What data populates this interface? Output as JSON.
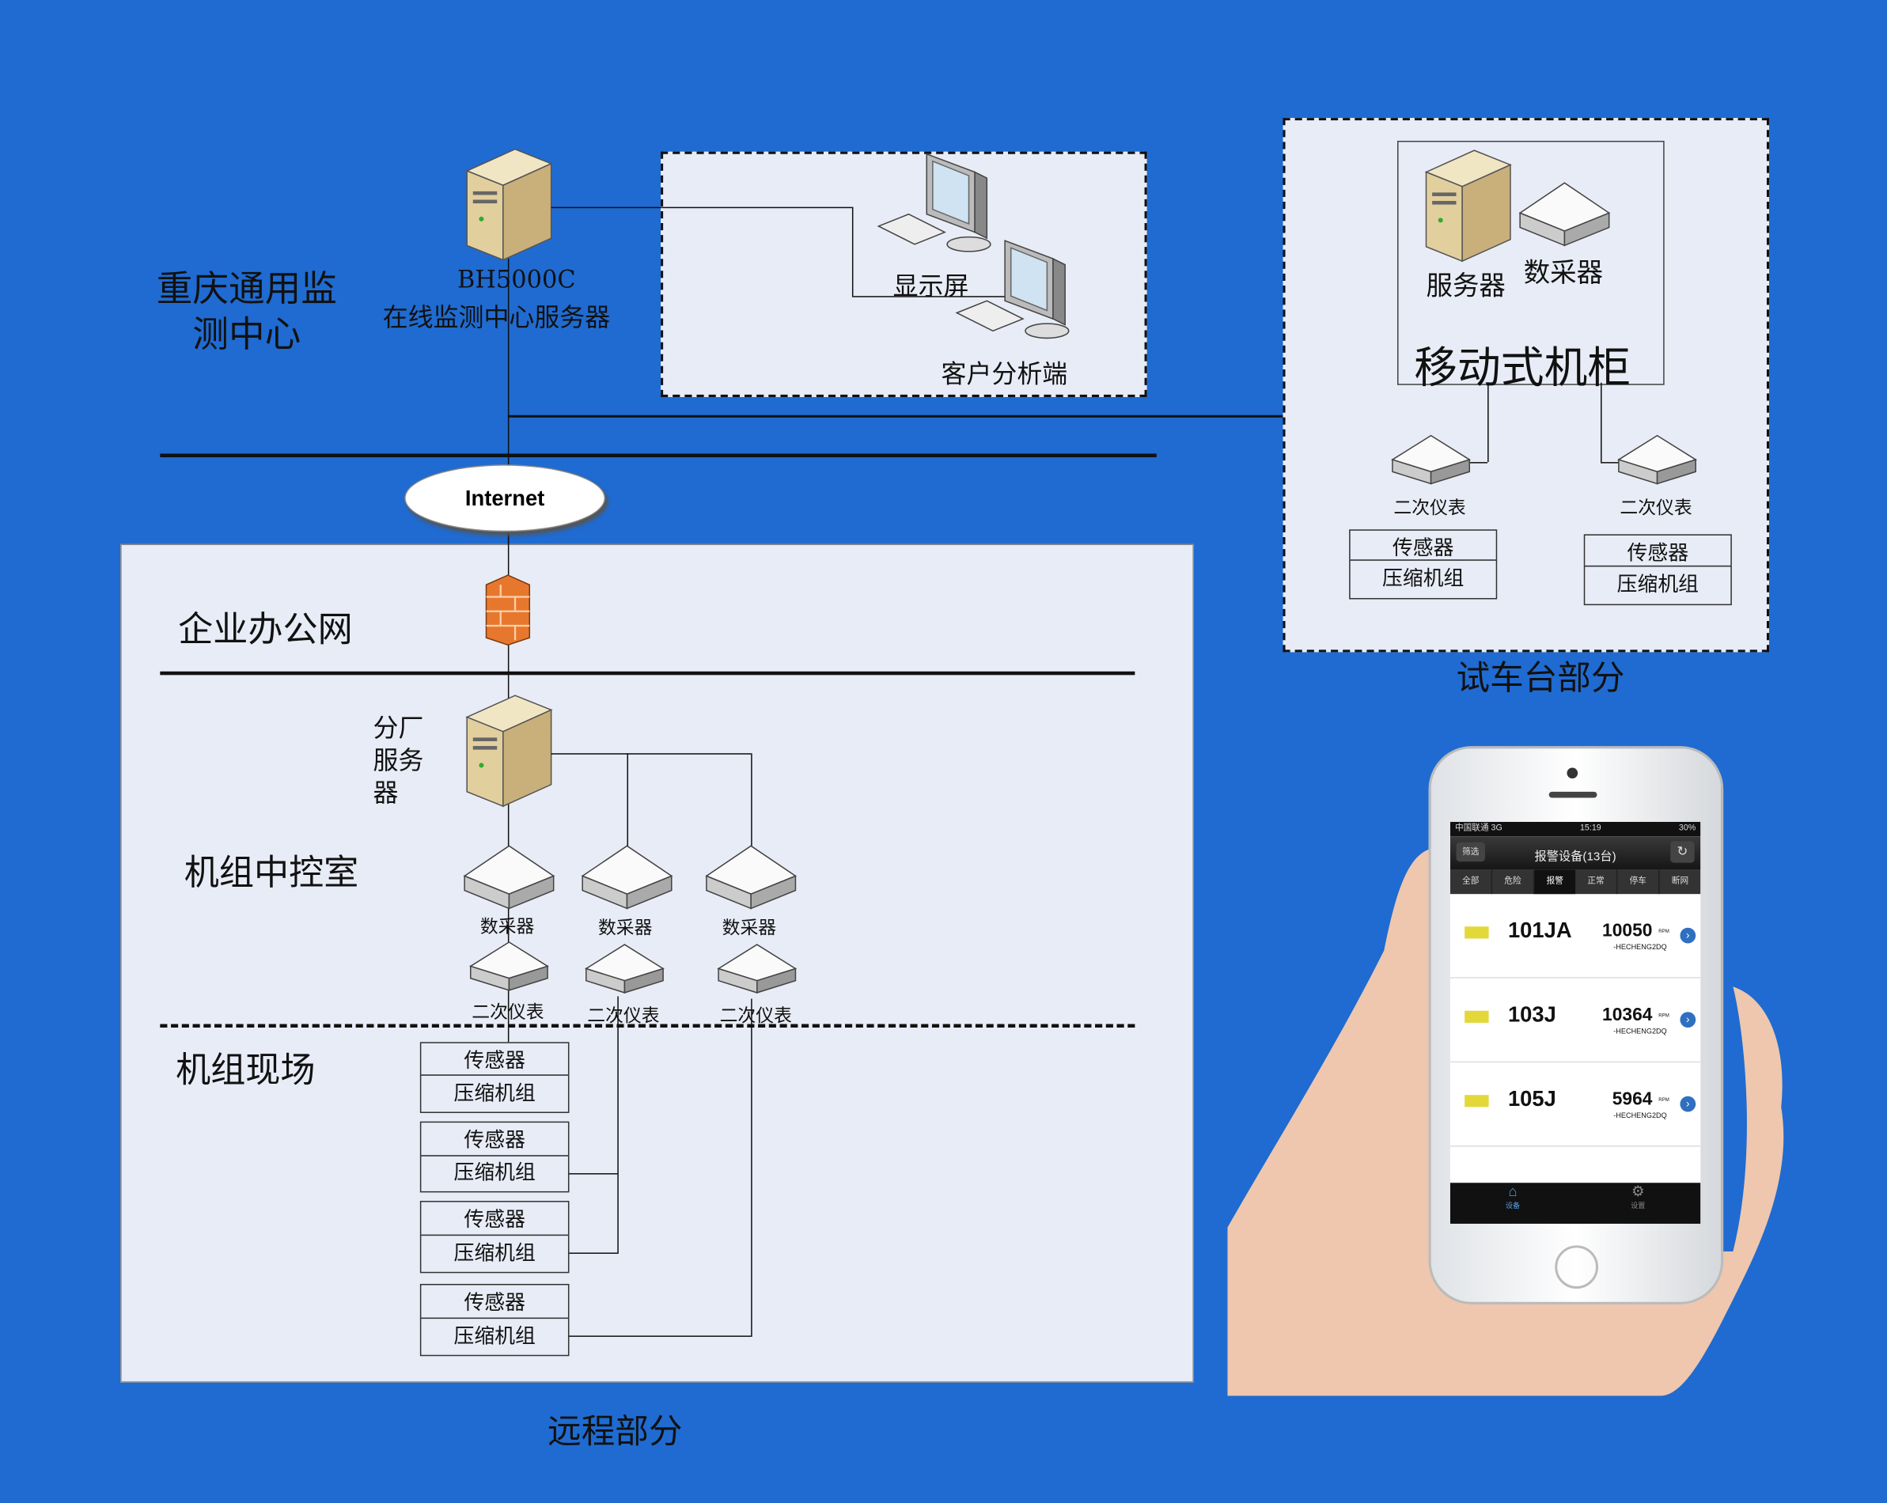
{
  "center": {
    "title_line1": "重庆通用监",
    "title_line2": "测中心",
    "server_model": "BH5000C",
    "server_name": "在线监测中心服务器",
    "display_label": "显示屏",
    "client_label": "客户分析端"
  },
  "internet_label": "Internet",
  "remote": {
    "office_net": "企业办公网",
    "branch_server_l1": "分厂",
    "branch_server_l2": "服务",
    "branch_server_l3": "器",
    "control_room": "机组中控室",
    "collector_label": "数采器",
    "instrument_label": "二次仪表",
    "field": "机组现场",
    "units": [
      {
        "sensor": "传感器",
        "compressor": "压缩机组"
      },
      {
        "sensor": "传感器",
        "compressor": "压缩机组"
      },
      {
        "sensor": "传感器",
        "compressor": "压缩机组"
      },
      {
        "sensor": "传感器",
        "compressor": "压缩机组"
      }
    ],
    "caption": "远程部分"
  },
  "testbench": {
    "server_label": "服务器",
    "collector_label": "数采器",
    "cabinet_label": "移动式机柜",
    "instrument_label": "二次仪表",
    "units": [
      {
        "sensor": "传感器",
        "compressor": "压缩机组"
      },
      {
        "sensor": "传感器",
        "compressor": "压缩机组"
      }
    ],
    "caption": "试车台部分"
  },
  "phone": {
    "status": {
      "carrier": "中国联通 3G",
      "time": "15:19",
      "battery": "30%"
    },
    "nav": {
      "filter_button": "筛选",
      "title": "报警设备(13台)"
    },
    "tabs": [
      "全部",
      "危险",
      "报警",
      "正常",
      "停车",
      "断网"
    ],
    "active_tab": 2,
    "rows": [
      {
        "id": "101JA",
        "rpm": "10050",
        "unit": "RPM",
        "site": "-HECHENG2DQ"
      },
      {
        "id": "103J",
        "rpm": "10364",
        "unit": "RPM",
        "site": "-HECHENG2DQ"
      },
      {
        "id": "105J",
        "rpm": "5964",
        "unit": "RPM",
        "site": "-HECHENG2DQ"
      }
    ],
    "tabbar": [
      "设备",
      "设置"
    ],
    "colors": {
      "alarm": "#e3d83a",
      "accent": "#2f6fc0"
    }
  }
}
